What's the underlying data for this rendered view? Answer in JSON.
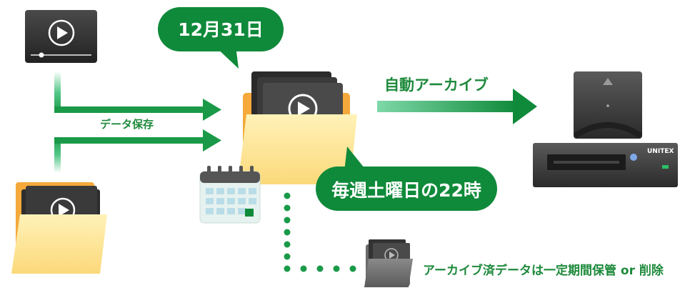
{
  "labels": {
    "date_bubble": "12月31日",
    "schedule_bubble": "毎週土曜日の22時",
    "auto_archive": "自動アーカイブ",
    "data_save": "データ保存",
    "archived_note": "アーカイブ済データは一定期間保管 or 削除",
    "device_brand": "UNITEX"
  },
  "colors": {
    "green_dark": "#0f8a3a",
    "green_light": "#7fd8a8",
    "label_green": "#1e8a3c",
    "folder_yellow": "#fde9a0",
    "folder_orange": "#f5a93a",
    "dark_gray": "#3a3a3a"
  },
  "icons": [
    "video-player-icon",
    "video-folder-icon",
    "calendar-icon",
    "lto-tape-drive-icon",
    "archived-folder-icon"
  ]
}
